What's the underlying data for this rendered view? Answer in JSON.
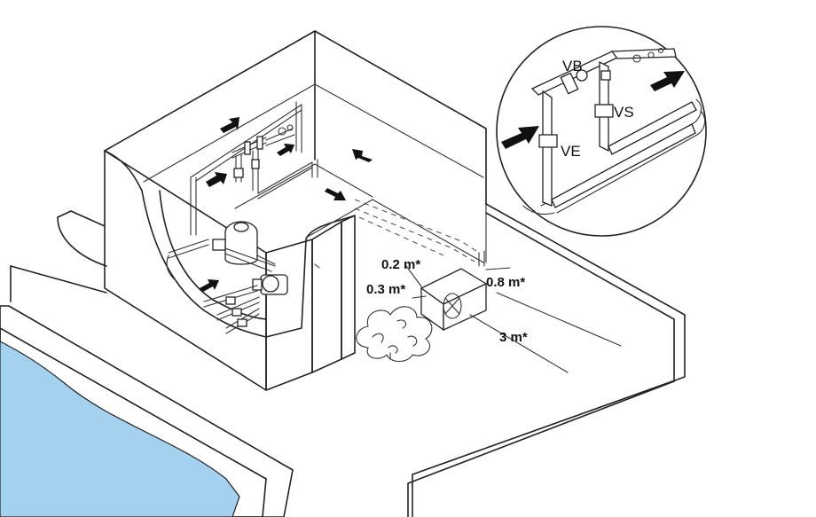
{
  "colors": {
    "pool_water": "#a3d1ee",
    "ink": "#111111",
    "background": "#ffffff"
  },
  "icons": [
    "flow-arrow-icon",
    "bush-icon",
    "heat-pump-icon",
    "fan-icon"
  ],
  "measurements": {
    "top": "0.2 m*",
    "side": "0.3 m*",
    "back": "0.8 m*",
    "front": "3 m*"
  },
  "valves": {
    "bypass": "VB",
    "outlet": "VS",
    "inlet": "VE"
  }
}
